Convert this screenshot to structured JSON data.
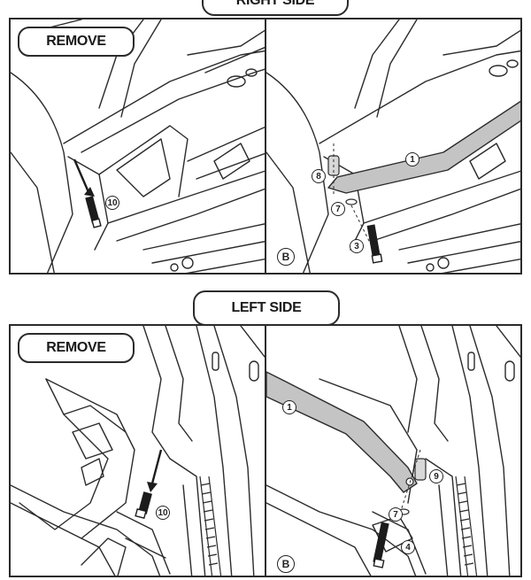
{
  "headers": {
    "right_side": "RIGHT SIDE",
    "left_side": "LEFT SIDE"
  },
  "panels": {
    "top_left": {
      "remove_label": "REMOVE",
      "callouts": [
        "10"
      ]
    },
    "top_right": {
      "step_label": "B",
      "callouts": [
        "1",
        "8",
        "7",
        "3"
      ]
    },
    "bottom_left": {
      "remove_label": "REMOVE",
      "callouts": [
        "10"
      ]
    },
    "bottom_right": {
      "step_label": "B",
      "callouts": [
        "1",
        "9",
        "7",
        "4"
      ]
    }
  },
  "colors": {
    "line": "#2b2b2b",
    "bracket_fill": "#c4c4c4",
    "bolt": "#1c1c1c"
  }
}
